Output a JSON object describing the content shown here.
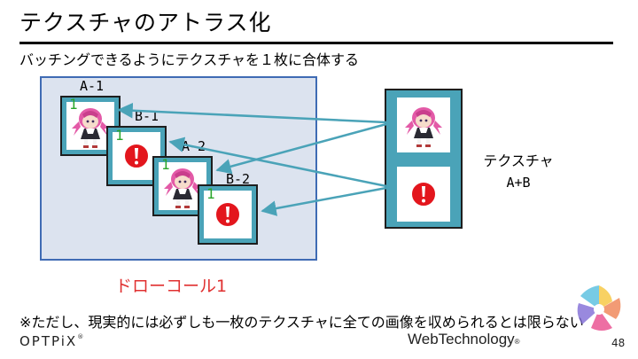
{
  "title": "テクスチャのアトラス化",
  "subtitle": "バッチングできるようにテクスチャを１枚に合体する",
  "atlas": {
    "sprites": [
      {
        "label": "A-1",
        "id": "1",
        "kind": "character"
      },
      {
        "label": "B-1",
        "id": "1",
        "kind": "alert"
      },
      {
        "label": "A-2",
        "id": "1",
        "kind": "character"
      },
      {
        "label": "B-2",
        "id": "1",
        "kind": "alert"
      }
    ]
  },
  "texture": {
    "label_line1": "テクスチャ",
    "label_line2": "A+B"
  },
  "draw_call_label": "ドローコール1",
  "note": "※ただし、現実的には必ずしも一枚のテクスチャに全ての画像を収められるとは限らない",
  "footer": {
    "optpix_logo": "OPTPiX",
    "webtech_logo": "WebTechnology",
    "page_number": "48"
  },
  "icons": {
    "character": "anime-girl-sprite-icon",
    "alert": "exclamation-alert-icon",
    "swirl": "color-swirl-logo-icon"
  },
  "colors": {
    "tile": "#4aa3b8",
    "atlas_bg": "#dce3ef",
    "atlas_border": "#3f6bb4",
    "arrow": "#4aa3b8",
    "id_number": "#2aa52a",
    "draw_call": "#e03030"
  }
}
